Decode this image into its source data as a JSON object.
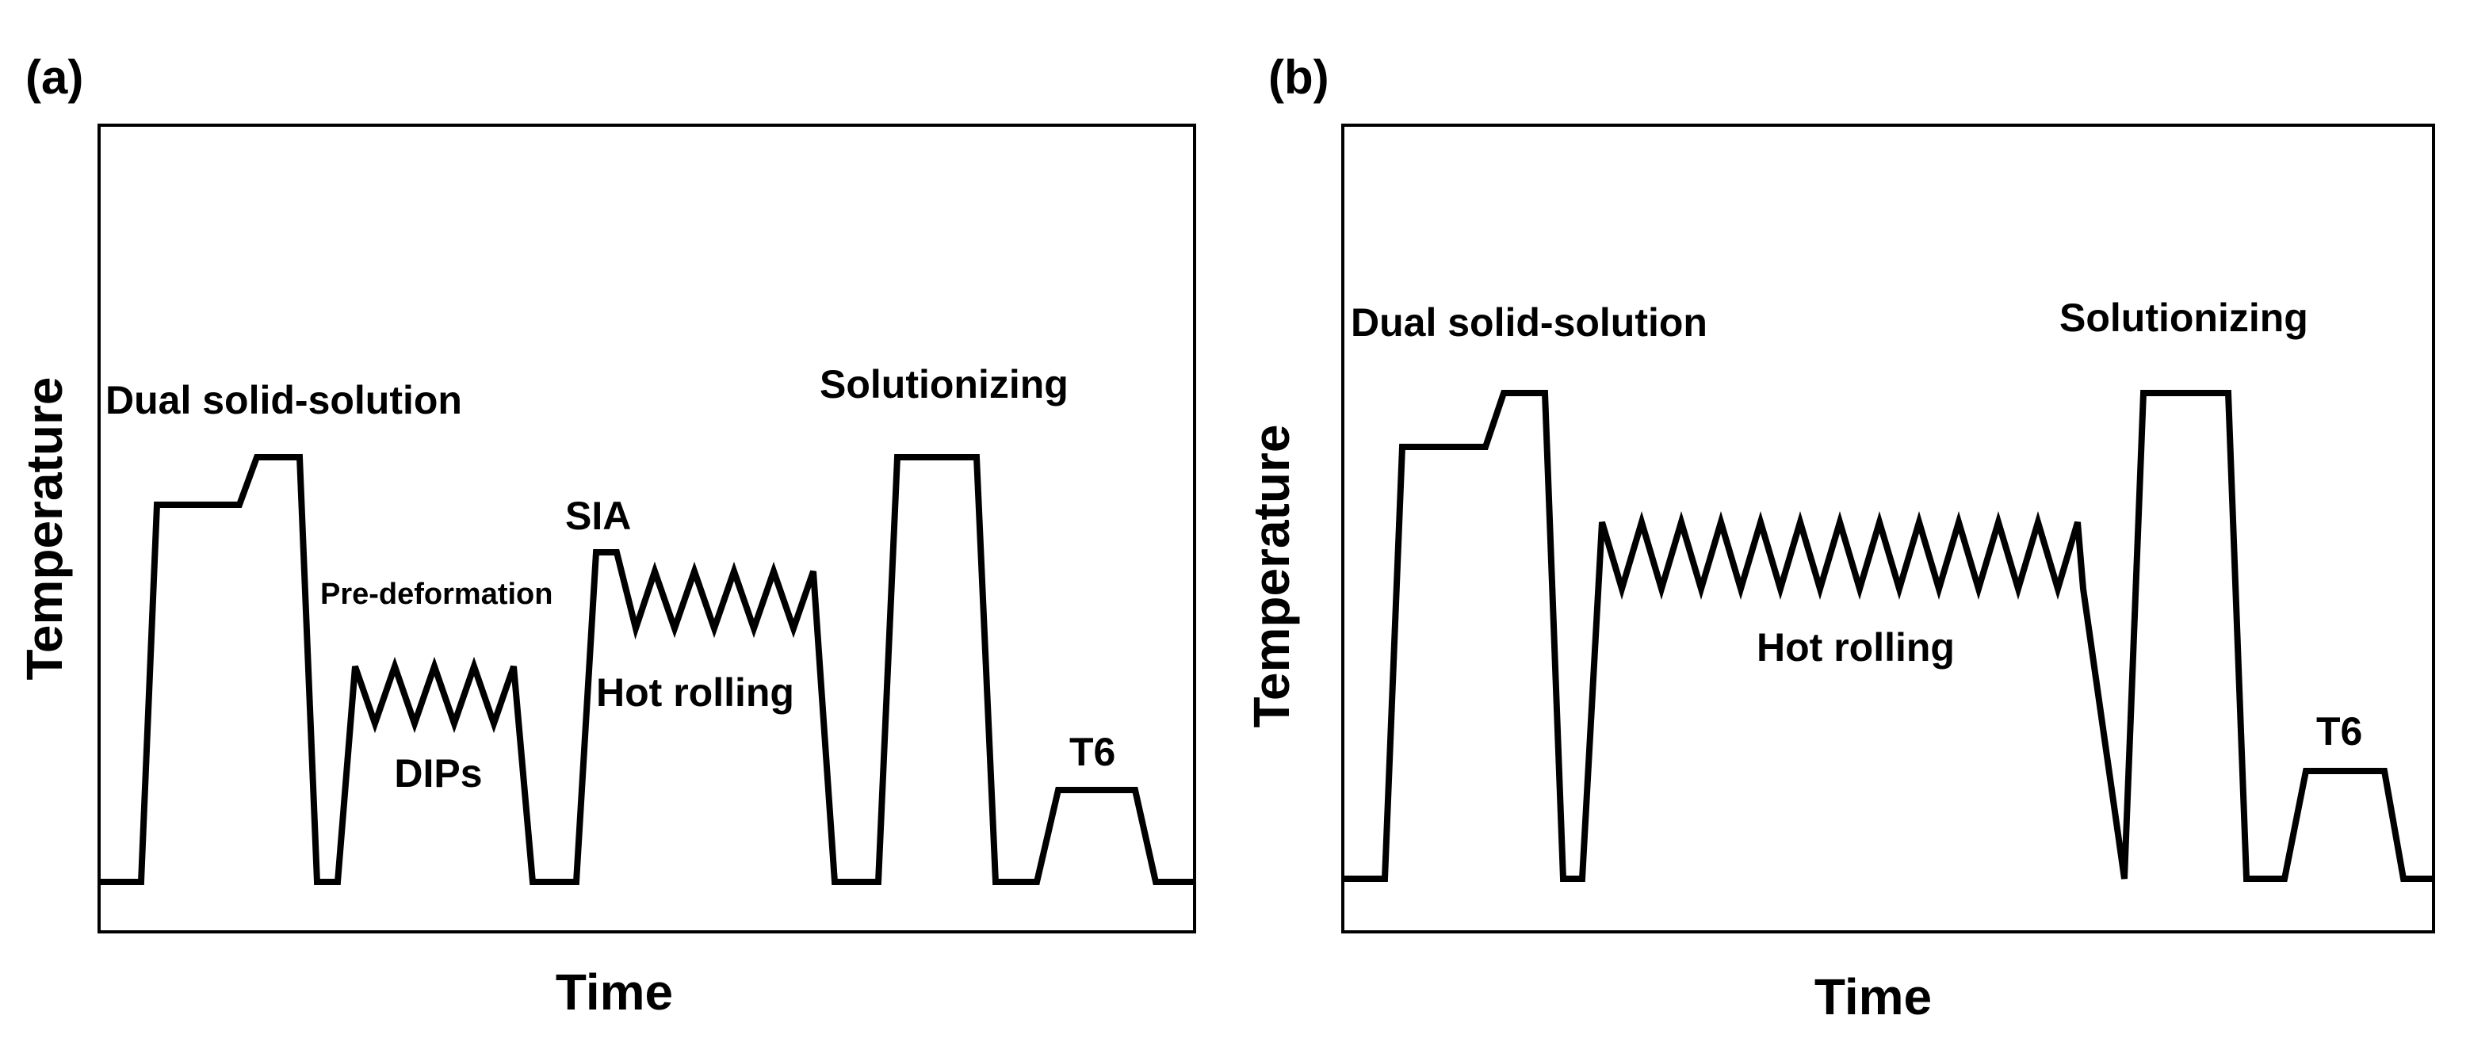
{
  "panels": {
    "a": {
      "letter": "(a)",
      "xlabel": "Time",
      "ylabel": "Temperature",
      "labels": {
        "dual": "Dual solid-solution",
        "predeformation": "Pre-deformation",
        "dips": "DIPs",
        "sia": "SIA",
        "hotrolling": "Hot rolling",
        "solutionizing": "Solutionizing",
        "t6": "T6"
      }
    },
    "b": {
      "letter": "(b)",
      "xlabel": "Time",
      "ylabel": "Temperature",
      "labels": {
        "dual": "Dual solid-solution",
        "hotrolling": "Hot rolling",
        "solutionizing": "Solutionizing",
        "t6": "T6"
      }
    }
  }
}
